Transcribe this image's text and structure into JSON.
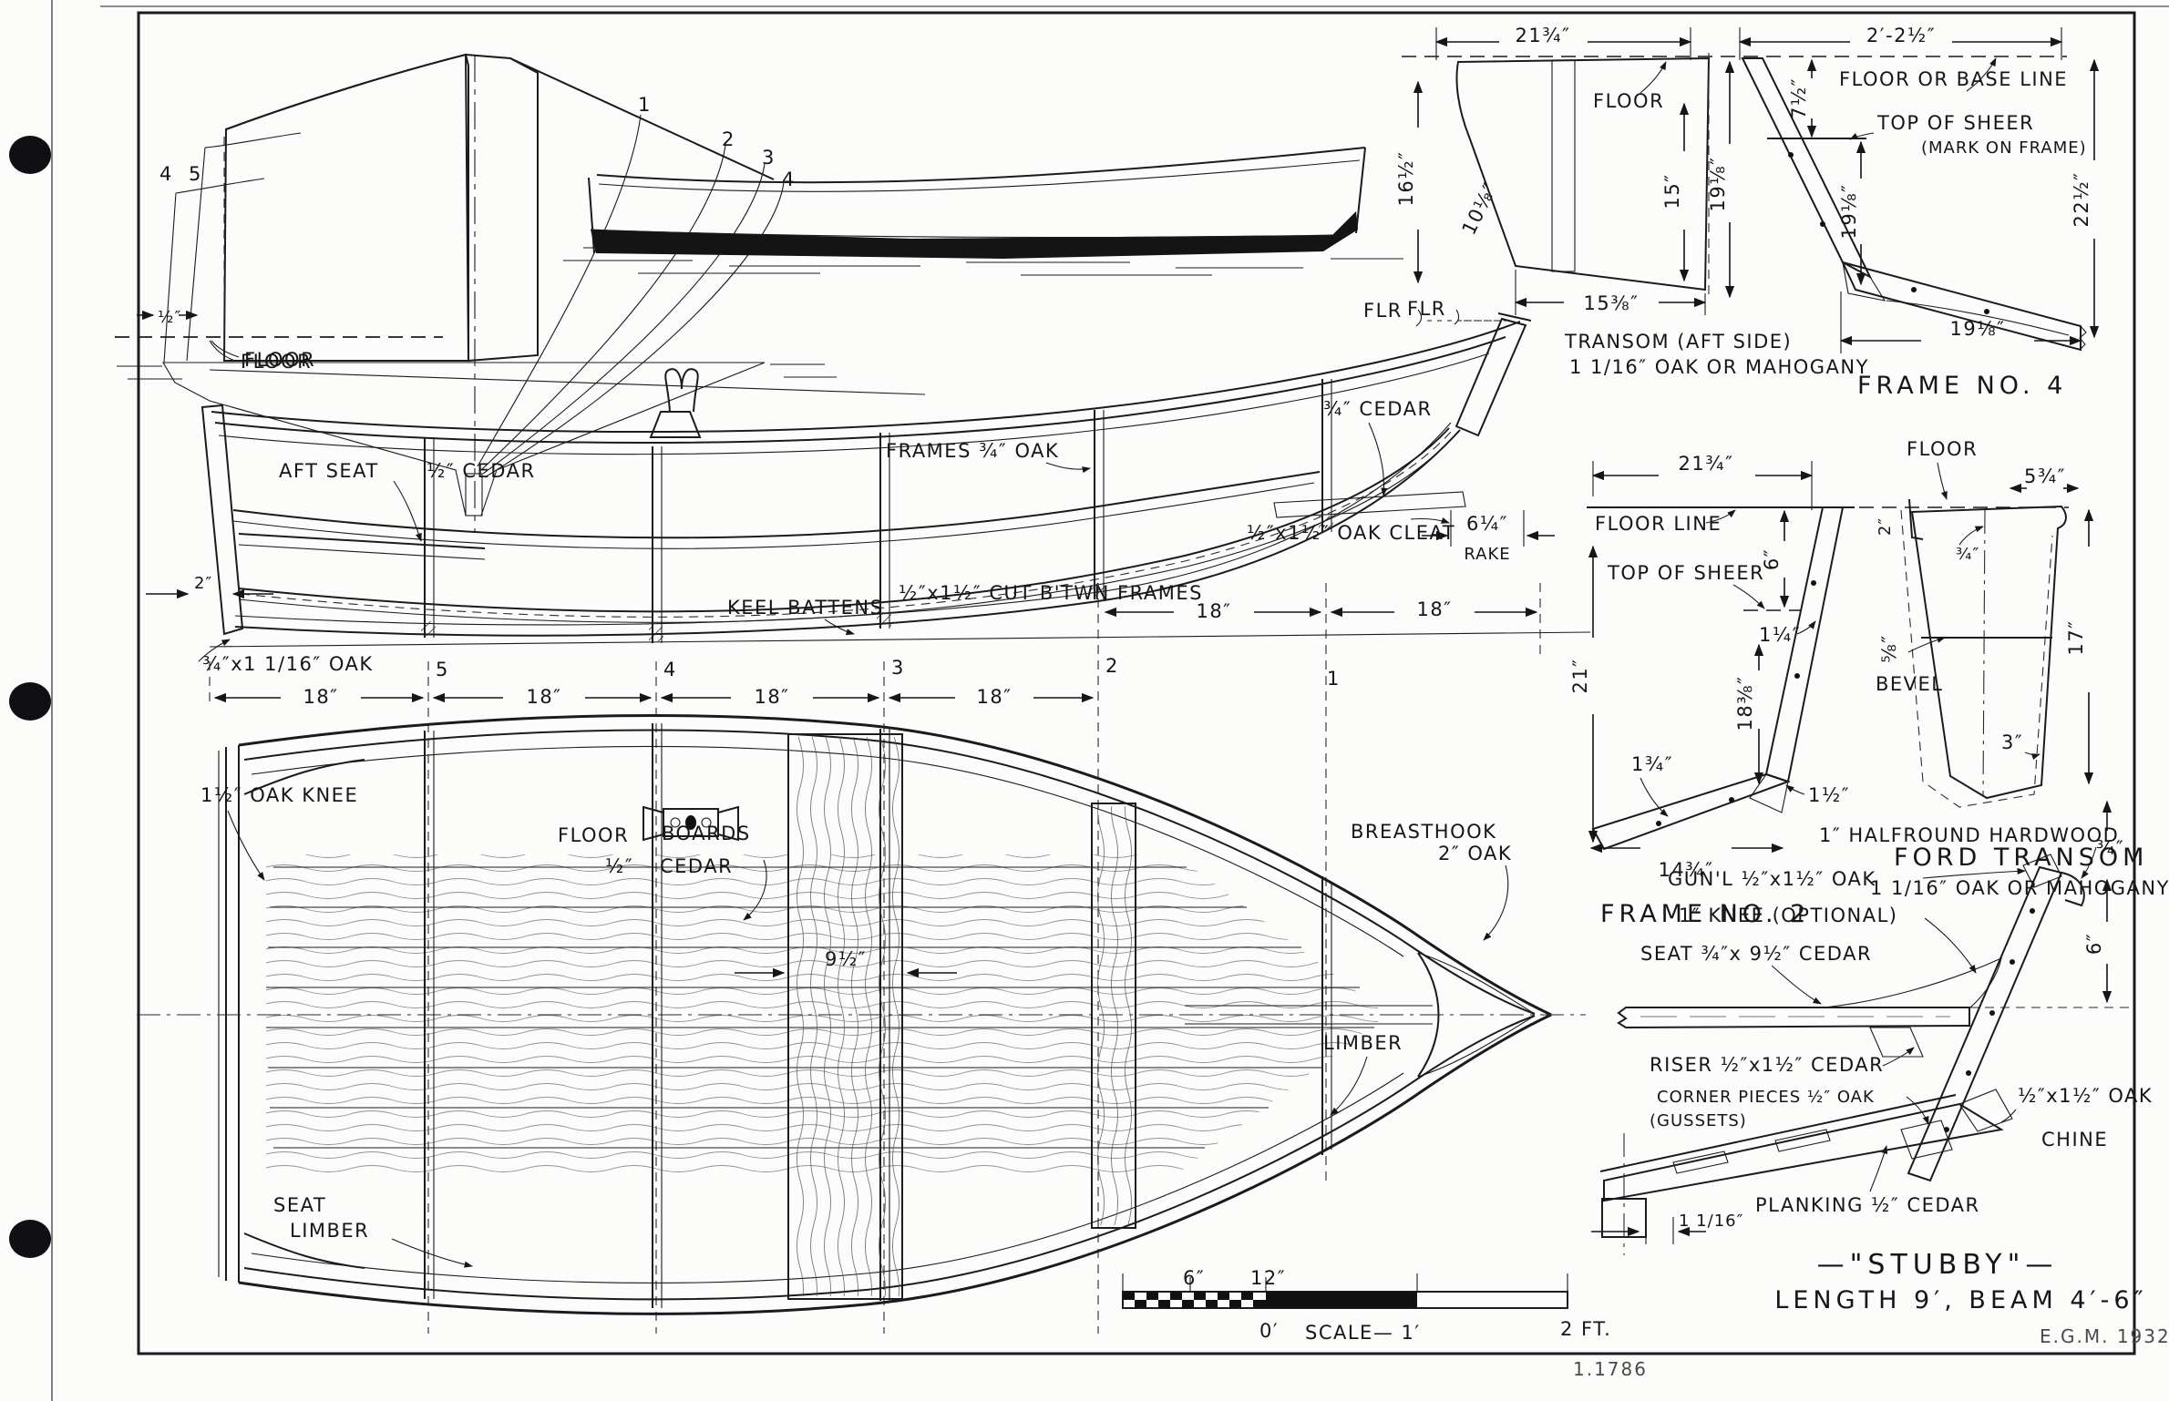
{
  "page": {
    "catalog": "1.1786",
    "signature": "E.G.M. 1932"
  },
  "title": {
    "name": "—\"STUBBY\"—",
    "spec": "LENGTH 9′, BEAM 4′-6″"
  },
  "scalebar": {
    "six": "6″",
    "twelve": "12″",
    "zero": "0′",
    "scale_label": "SCALE— 1′",
    "two_ft": "2 FT."
  },
  "bodyplan": {
    "floor": "FLOOR",
    "half_in": "½″",
    "st_l1": "4",
    "st_l2": "5",
    "st_r1": "1",
    "st_r2": "2",
    "st_r3": "3",
    "st_r4": "4"
  },
  "elevation": {
    "floor": "FLOOR",
    "flr": "FLR",
    "two_in": "2″",
    "aft_seat": "AFT SEAT",
    "half_cedar": "½″ CEDAR",
    "frames_oak": "FRAMES ¾″ OAK",
    "cedar34": "¾″ CEDAR",
    "keel_battens": "KEEL BATTENS",
    "cut_btwn": "½″x1½″ CUT B'TWN FRAMES",
    "oak_cleat": "½″x1½″ OAK CLEAT",
    "rake_dim": "6¼″",
    "rake": "RAKE",
    "keel_oak": "¾″x1 1/16″ OAK",
    "d18": "18″",
    "s1": "1",
    "s2": "2",
    "s3": "3",
    "s4": "4",
    "s5": "5"
  },
  "transom": {
    "d2134": "21¾″",
    "d22_12": "2′-2½″",
    "floor": "FLOOR",
    "floor_base": "FLOOR OR BASE LINE",
    "d712": "7½″",
    "top_sheer": "TOP OF SHEER",
    "mark_frame": "(MARK ON FRAME)",
    "d1612": "16½″",
    "d1018": "10⅛″",
    "d15": "15″",
    "d1918": "19⅛″",
    "d2212": "22½″",
    "d1538": "15⅜″",
    "flr": "FLR",
    "title1": "TRANSOM (AFT SIDE)",
    "title2": "1 1/16″ OAK OR MAHOGANY",
    "d1918_frame": "19⅛″",
    "d1918_base": "19⅛″",
    "frame4": "FRAME NO. 4"
  },
  "frame2": {
    "d2134": "21¾″",
    "floor_line": "FLOOR LINE",
    "top_sheer": "TOP OF SHEER",
    "d6": "6″",
    "d114": "1¼″",
    "d1838": "18⅜″",
    "d21": "21″",
    "d134": "1¾″",
    "d112": "1½″",
    "d1434": "14¾″",
    "title": "FRAME NO. 2"
  },
  "ford": {
    "floor": "FLOOR",
    "d534": "5¾″",
    "d2": "2″",
    "d34": "¾″",
    "d58": "⅝″",
    "bevel": "BEVEL",
    "d17": "17″",
    "d3": "3″",
    "d34b": "¾″",
    "title1": "FORD TRANSOM",
    "title2": "1 1/16″ OAK OR MAHOGANY"
  },
  "plan": {
    "oak_knee": "1½″ OAK KNEE",
    "floor": "FLOOR",
    "half_in": "½″",
    "boards": "BOARDS",
    "cedar": "CEDAR",
    "d912": "9½″",
    "breasthook": "BREASTHOOK",
    "oak2": "2″ OAK",
    "limber": "LIMBER",
    "seat_l1": "SEAT",
    "seat_l2": "LIMBER"
  },
  "section": {
    "halfround": "1″ HALFROUND HARDWOOD",
    "gunl": "GUN'L ½″x1½″ OAK",
    "knee": "1″ KNEE (OPTIONAL)",
    "seat": "SEAT ¾″x 9½″ CEDAR",
    "d6": "6″",
    "riser": "RISER ½″x1½″ CEDAR",
    "corner": "CORNER PIECES ½″ OAK",
    "gussets": "(GUSSETS)",
    "chine1": "½″x1½″ OAK",
    "chine2": "CHINE",
    "planking": "PLANKING ½″ CEDAR",
    "d1116": "1 1/16″"
  }
}
